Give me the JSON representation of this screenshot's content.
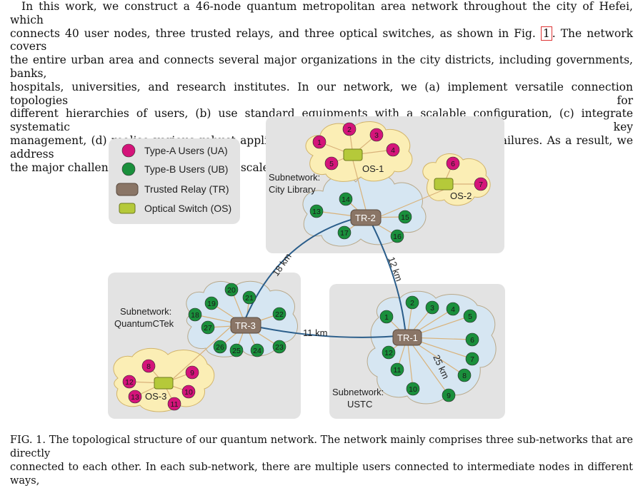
{
  "paragraph": {
    "lines": [
      "In this work, we construct a 46-node quantum metropolitan area network throughout the city of Hefei, which",
      "connects 40 user nodes, three trusted relays, and three optical switches, as shown in Fig.",
      "the entire urban area and connects several major organizations in the city districts, including governments, banks,",
      "hospitals, universities, and research institutes. In our network, we (a) implement versatile connection topologies for",
      "different hierarchies of users, (b) use standard equipments with a scalable configuration, (c) integrate systematic key",
      "management, (d) realise various robust application modules, and (e) deal with node failures. As a result, we address",
      "the major challenges in realising a large scale practical QKD network."
    ],
    "fig_ref": "1",
    "line2_tail": ". The network covers"
  },
  "legend": {
    "items": [
      {
        "label": "Type-A Users (UA)",
        "icon": "magenta-circle"
      },
      {
        "label": "Type-B Users (UB)",
        "icon": "green-circle"
      },
      {
        "label": "Trusted Relay (TR)",
        "icon": "relay-box"
      },
      {
        "label": "Optical Switch (OS)",
        "icon": "switch-box"
      }
    ]
  },
  "colors": {
    "type_a": "#d4147a",
    "type_b": "#1a8f3c",
    "relay": "#8a7566",
    "switch": "#b5c93a",
    "panel": "#e3e3e3",
    "cloud_blue": "#d6e6f2",
    "cloud_yellow": "#fbeeb5",
    "fiber": "#2a5d8a",
    "spoke": "#d9b27a"
  },
  "subnetworks": [
    {
      "name_line1": "Subnetwork:",
      "name_line2": "City Library"
    },
    {
      "name_line1": "Subnetwork:",
      "name_line2": "QuantumCTek"
    },
    {
      "name_line1": "Subnetwork:",
      "name_line2": "USTC"
    }
  ],
  "relays": [
    "TR-1",
    "TR-2",
    "TR-3"
  ],
  "switches": [
    "OS-1",
    "OS-2",
    "OS-3"
  ],
  "links": [
    {
      "from": "TR-2",
      "to": "TR-3",
      "label": "18 km"
    },
    {
      "from": "TR-2",
      "to": "TR-1",
      "label": "12 km"
    },
    {
      "from": "TR-3",
      "to": "TR-1",
      "label": "11 km"
    },
    {
      "label": "25 km"
    }
  ],
  "nodes": {
    "os1_ua": [
      "1",
      "2",
      "3",
      "4",
      "5"
    ],
    "os2_ua": [
      "6",
      "7"
    ],
    "os3_ua": [
      "8",
      "9",
      "10",
      "11",
      "12",
      "13"
    ],
    "tr2_ub": [
      "13",
      "14",
      "15",
      "16",
      "17"
    ],
    "tr3_ub": [
      "18",
      "19",
      "20",
      "21",
      "22",
      "23",
      "24",
      "25",
      "26",
      "27"
    ],
    "tr1_ub": [
      "1",
      "2",
      "3",
      "4",
      "5",
      "6",
      "7",
      "8",
      "9",
      "10",
      "11",
      "12"
    ]
  },
  "caption": {
    "lines": [
      "FIG. 1. The topological structure of our quantum network. The network mainly comprises three sub-networks that are directly",
      "connected to each other. In each sub-network, there are multiple users connected to intermediate nodes in different ways,"
    ]
  }
}
